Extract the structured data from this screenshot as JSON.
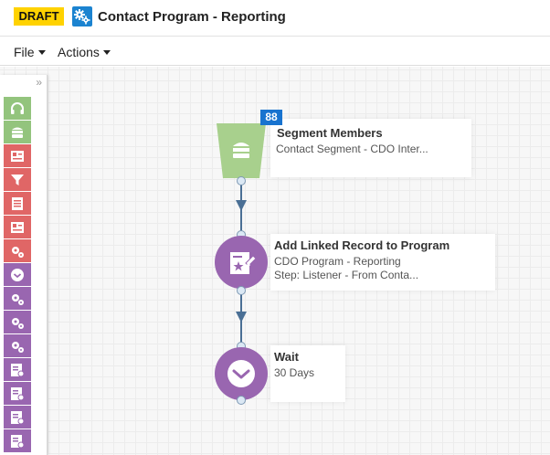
{
  "header": {
    "badge": "DRAFT",
    "title": "Contact Program - Reporting",
    "icon": "gears-icon"
  },
  "menu": {
    "file": "File",
    "actions": "Actions"
  },
  "palette": {
    "collapse_symbol": "»",
    "items": [
      {
        "icon": "headset-icon",
        "color": "#93c47d"
      },
      {
        "icon": "database-icon",
        "color": "#93c47d"
      },
      {
        "icon": "contact-card-icon",
        "color": "#e06666"
      },
      {
        "icon": "filter-icon",
        "color": "#e06666"
      },
      {
        "icon": "list-icon",
        "color": "#e06666"
      },
      {
        "icon": "contact-card-icon",
        "color": "#e06666"
      },
      {
        "icon": "gears-icon",
        "color": "#e06666"
      },
      {
        "icon": "clock-icon",
        "color": "#9966b0"
      },
      {
        "icon": "gears-icon",
        "color": "#9966b0"
      },
      {
        "icon": "gears-icon",
        "color": "#9966b0"
      },
      {
        "icon": "gears-icon",
        "color": "#9966b0"
      },
      {
        "icon": "record-icon",
        "color": "#9966b0"
      },
      {
        "icon": "record-icon",
        "color": "#9966b0"
      },
      {
        "icon": "record-icon",
        "color": "#9966b0"
      },
      {
        "icon": "record-icon",
        "color": "#9966b0"
      },
      {
        "icon": "record-icon",
        "color": "#9966b0"
      }
    ]
  },
  "nodes": {
    "segment": {
      "count": "88",
      "title": "Segment Members",
      "subtitle": "Contact Segment - CDO Inter...",
      "color": "#a8d08d"
    },
    "linked_record": {
      "title": "Add Linked Record to Program",
      "line1": "CDO Program - Reporting",
      "line2": "Step: Listener - From Conta...",
      "color": "#9966b0"
    },
    "wait": {
      "title": "Wait",
      "subtitle": "30 Days",
      "color": "#9966b0"
    }
  },
  "colors": {
    "draft_badge": "#ffd200",
    "connector": "#4a6f95",
    "count_badge": "#1873cf"
  }
}
